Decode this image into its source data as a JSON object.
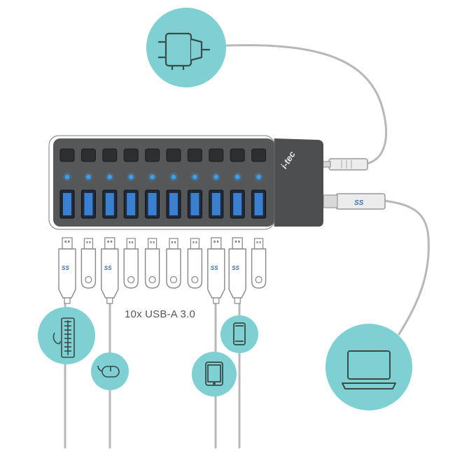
{
  "hub": {
    "brand": "i-tec",
    "port_count": 10,
    "caption": "10x USB-A 3.0",
    "upstream_label": "SS"
  },
  "colors": {
    "teal": "#7ed0d2",
    "hub_body": "#5a5b5c",
    "led": "#3aa0f0",
    "port": "#3b7fd0",
    "cable": "#b5b5b5"
  },
  "devices": [
    {
      "name": "keyboard-mouse",
      "icon": "keyboard-icon"
    },
    {
      "name": "mouse",
      "icon": "mouse-icon"
    },
    {
      "name": "tablet",
      "icon": "tablet-icon"
    },
    {
      "name": "phone",
      "icon": "smartphone-icon"
    },
    {
      "name": "laptop",
      "icon": "laptop-icon"
    },
    {
      "name": "power",
      "icon": "power-plug-icon"
    }
  ]
}
